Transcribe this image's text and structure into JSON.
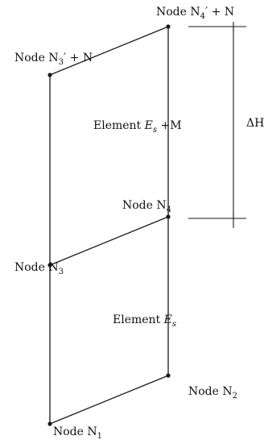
{
  "colors": {
    "line": "#1a1a1a",
    "text": "#111111",
    "background": "#ffffff"
  },
  "labels": {
    "node_n4prime": {
      "prefix": "Node N",
      "sub": "4",
      "suffix": "′ + N"
    },
    "node_n3prime": {
      "prefix": "Node N",
      "sub": "3",
      "suffix": "′ + N"
    },
    "element_upper": {
      "prefix": "Element ",
      "italic": "E",
      "sub": "s",
      "suffix": " +M"
    },
    "node_n4": {
      "prefix": "Node  N",
      "sub": "4"
    },
    "node_n3": {
      "prefix": "Node N",
      "sub": "3"
    },
    "element_lower": {
      "prefix": "Element ",
      "italic": "E",
      "sub": "s"
    },
    "node_n2": {
      "prefix": "Node N",
      "sub": "2"
    },
    "node_n1": {
      "prefix": "Node N",
      "sub": "1"
    },
    "dimension": {
      "text": "ΔH"
    }
  }
}
